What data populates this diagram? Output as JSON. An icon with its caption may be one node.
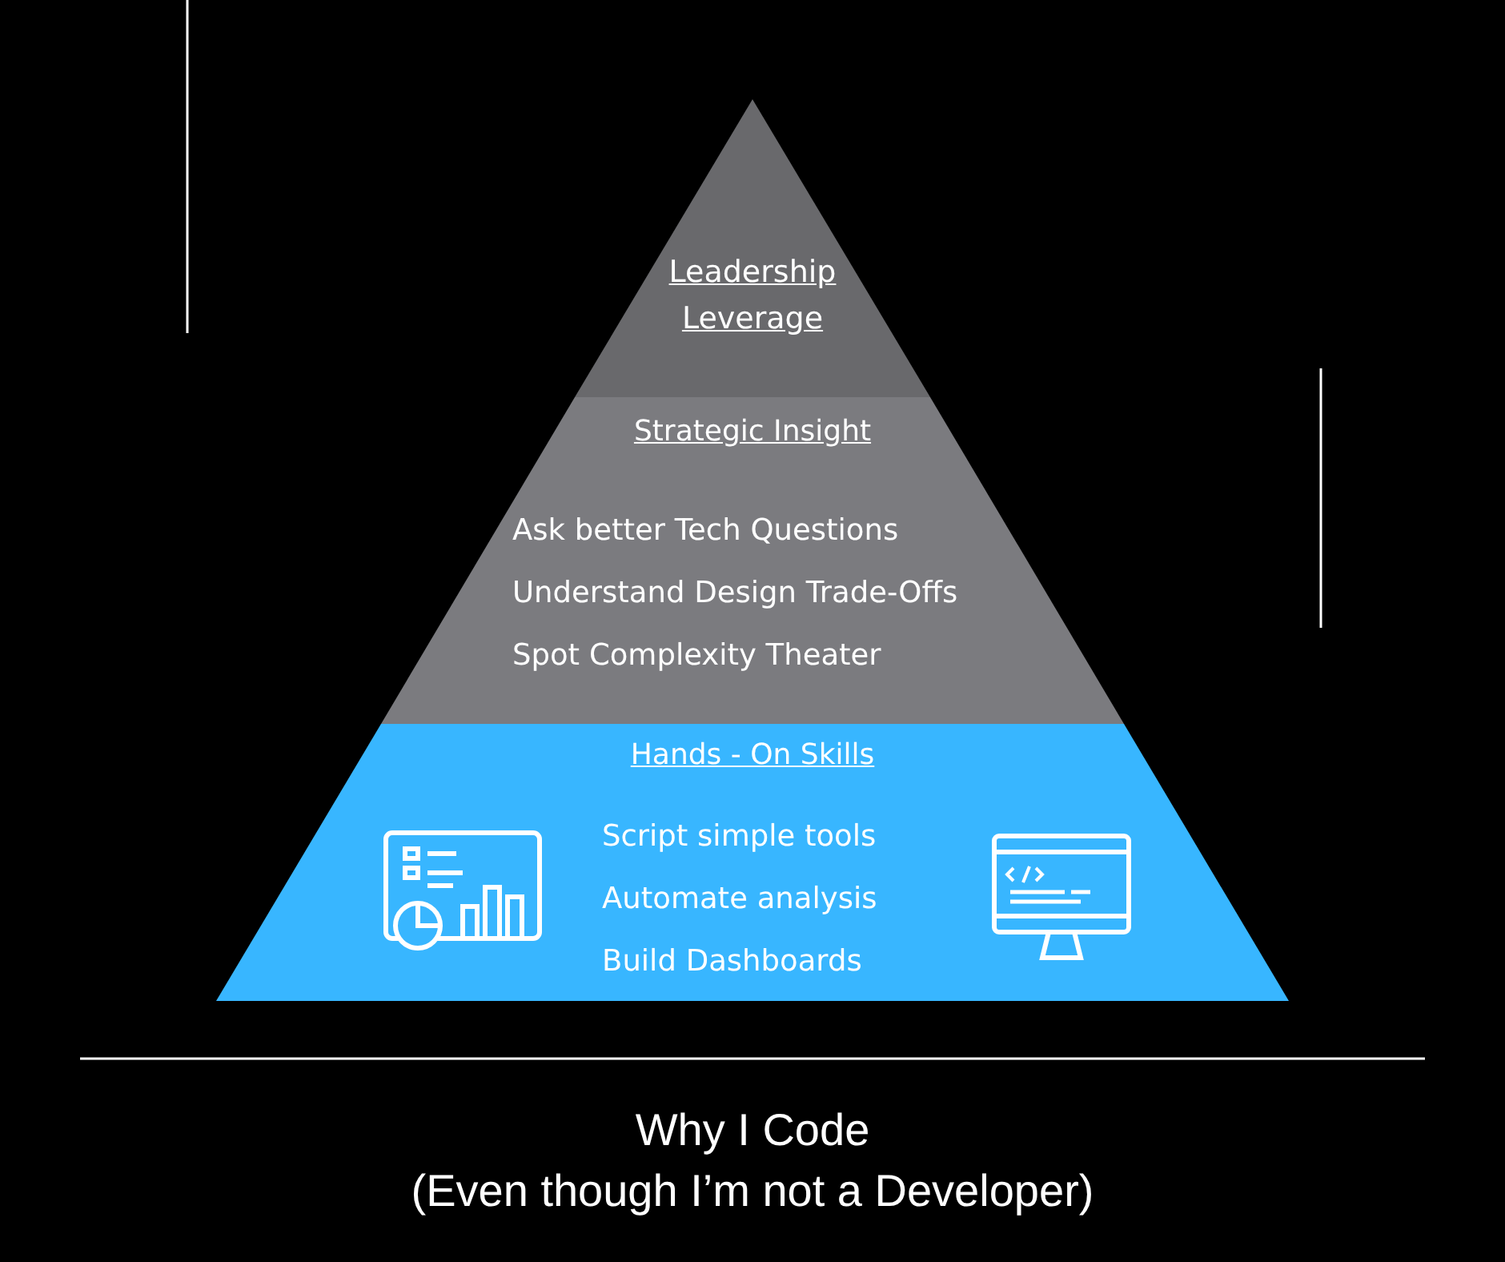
{
  "diagram": {
    "title": "Why I Code",
    "caption": "(Even though I’m not a Developer)",
    "nodes": [
      {
        "text": [
          "Leadership Leverage"
        ]
      },
      {
        "text": [
          "Strategic Insight",
          "Ask better Tech Questions",
          "Understand Design Trade-Offs",
          "Spot Complexity Theater"
        ]
      },
      {
        "text": [
          "Hands - On Skills",
          "Script simple tools",
          "Automate analysis",
          "Build Dashboards"
        ]
      }
    ]
  }
}
